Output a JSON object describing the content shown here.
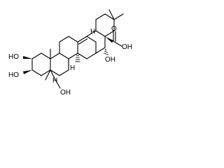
{
  "structure": {
    "labels": {
      "ho_c2": "HO",
      "ho_c3": "HO",
      "oh_c23": "OH",
      "oh_c16": "OH",
      "cooh": "OH",
      "carbonyl_o": "O",
      "h_c9": "H",
      "h_c5": "H",
      "h_c18": "H"
    }
  }
}
